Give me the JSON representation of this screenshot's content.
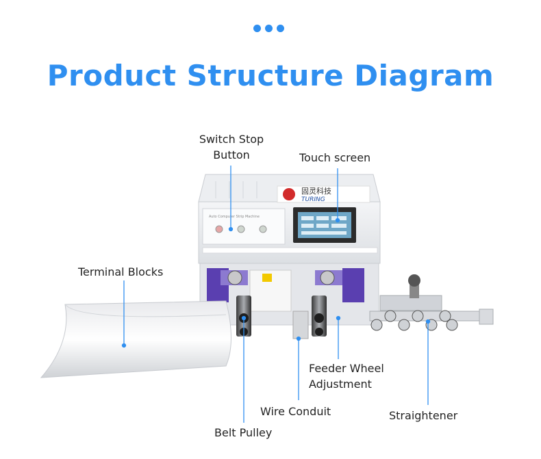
{
  "header": {
    "title": "Product Structure Diagram"
  },
  "colors": {
    "accent": "#2f8ff0",
    "callout_line": "#2f8ff0",
    "label_text": "#222222"
  },
  "machine": {
    "brand_cn": "固灵科技",
    "brand_en": "TURING",
    "panel_caption": "Auto Computer Strip Machine"
  },
  "callouts": {
    "switch_stop": {
      "line1": "Switch Stop",
      "line2": "Button"
    },
    "touch_screen": "Touch screen",
    "terminal_blocks": "Terminal Blocks",
    "feeder_wheel": {
      "line1": "Feeder Wheel",
      "line2": "Adjustment"
    },
    "wire_conduit": "Wire Conduit",
    "straightener": "Straightener",
    "belt_pulley": "Belt Pulley"
  }
}
